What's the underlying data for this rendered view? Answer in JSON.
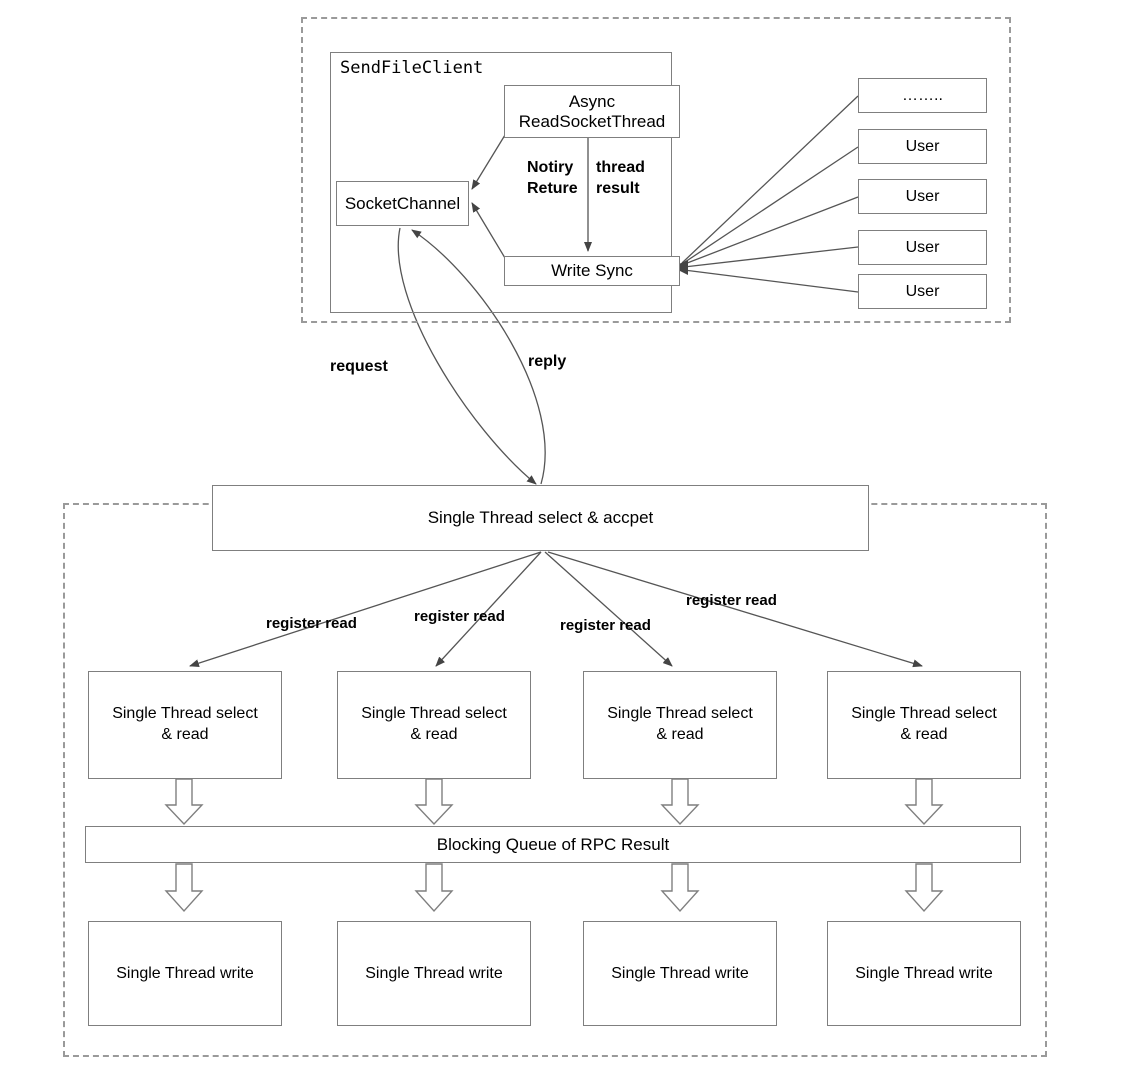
{
  "diagram": {
    "title_client_box": "SendFileClient",
    "client_area": {
      "socket_channel": "SocketChannel",
      "async_read_thread": "Async\nReadSocketThread",
      "write_sync": "Write Sync",
      "notify_left_line1": "Notiry",
      "notify_left_line2": "Reture",
      "notify_right_line1": "thread",
      "notify_right_line2": "result"
    },
    "users": [
      {
        "label": "……..",
        "dots": true
      },
      {
        "label": "User",
        "dots": false
      },
      {
        "label": "User",
        "dots": false
      },
      {
        "label": "User",
        "dots": false
      },
      {
        "label": "User",
        "dots": false
      }
    ],
    "flow_labels": {
      "request": "request",
      "reply": "reply"
    },
    "server_area": {
      "acceptor": "Single Thread select & accpet",
      "register_read_label": "register read",
      "register_read_labels": [
        "register read",
        "register read",
        "register read",
        "register read"
      ],
      "reactors": [
        "Single Thread select\n& read",
        "Single Thread select\n& read",
        "Single Thread select\n& read",
        "Single Thread select\n& read"
      ],
      "queue": "Blocking Queue  of RPC  Result",
      "writers": [
        "Single Thread write",
        "Single Thread write",
        "Single Thread write",
        "Single Thread write"
      ]
    },
    "colors": {
      "box_border": "#7f7f7f",
      "dashed_border": "#9a9a9a",
      "line": "#555555",
      "text": "#000000",
      "background": "#ffffff"
    }
  }
}
